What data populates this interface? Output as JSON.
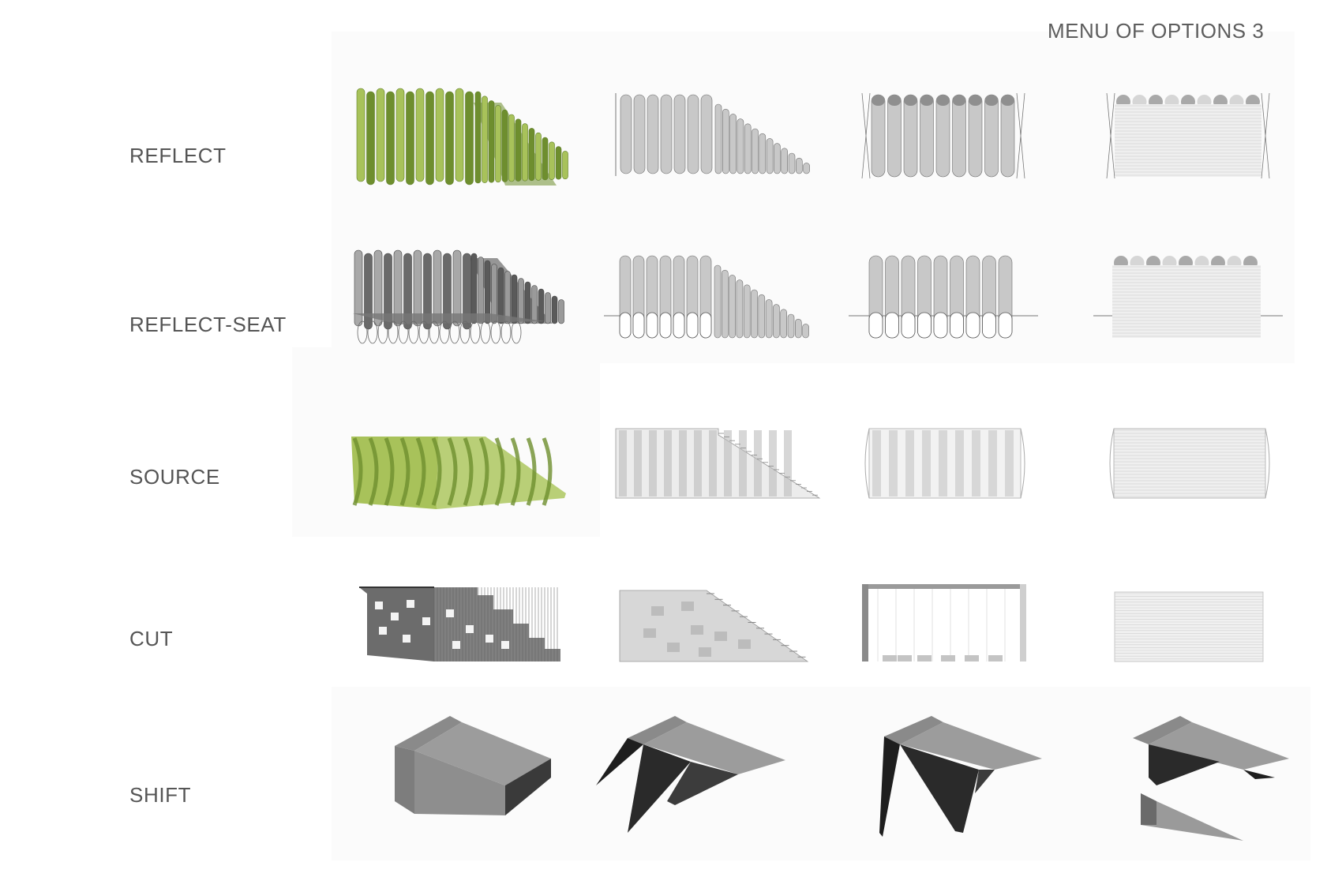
{
  "page": {
    "title": "MENU OF OPTIONS   3"
  },
  "rows": [
    {
      "label": "REFLECT"
    },
    {
      "label": "REFLECT-SEAT"
    },
    {
      "label": "SOURCE"
    },
    {
      "label": "CUT"
    },
    {
      "label": "SHIFT"
    }
  ],
  "colors": {
    "green_light": "#a8c25a",
    "green_dark": "#6e8e2e",
    "gray_dark": "#555555",
    "gray_mid": "#8f8f8f",
    "gray_light": "#c8c8c8",
    "label_text": "#555555"
  }
}
